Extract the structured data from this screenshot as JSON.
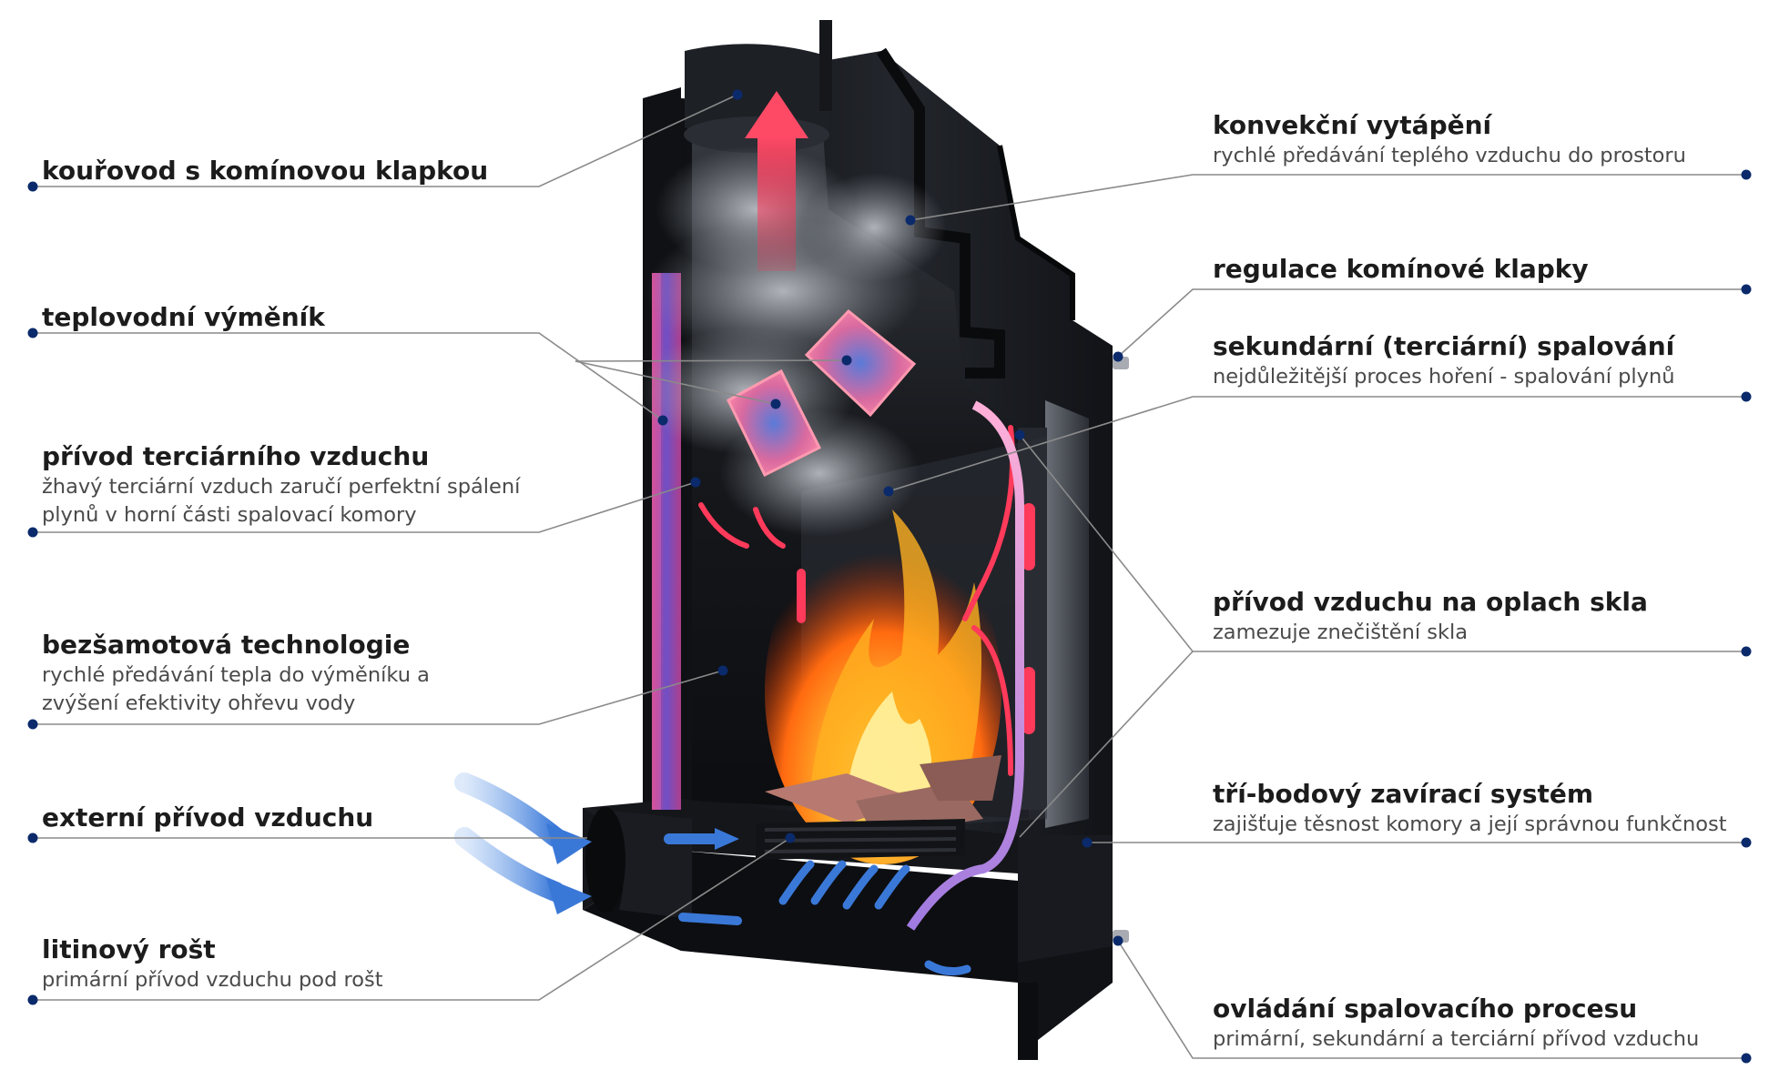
{
  "labels_left": [
    {
      "title": "kouřovod s komínovou klapkou",
      "sub": []
    },
    {
      "title": "teplovodní výměník",
      "sub": []
    },
    {
      "title": "přívod terciárního vzduchu",
      "sub": [
        "žhavý terciární vzduch zaručí perfektní spálení",
        "plynů v horní části spalovací komory"
      ]
    },
    {
      "title": "bezšamotová technologie",
      "sub": [
        "rychlé předávání tepla do výměníku a",
        "zvýšení efektivity ohřevu vody"
      ]
    },
    {
      "title": "externí přívod vzduchu",
      "sub": []
    },
    {
      "title": "litinový rošt",
      "sub": [
        "primární přívod vzduchu pod rošt"
      ]
    }
  ],
  "labels_right": [
    {
      "title": "konvekční vytápění",
      "sub": [
        "rychlé předávání teplého vzduchu do prostoru"
      ]
    },
    {
      "title": "regulace komínové klapky",
      "sub": []
    },
    {
      "title": "sekundární (terciární) spalování",
      "sub": [
        "nejdůležitější proces hoření - spalování plynů"
      ]
    },
    {
      "title": "přívod vzduchu na oplach skla",
      "sub": [
        "zamezuje znečištění skla"
      ]
    },
    {
      "title": "tří-bodový zavírací systém",
      "sub": [
        "zajišťuje těsnost komory a její správnou funkčnost"
      ]
    },
    {
      "title": "ovládání spalovacího procesu",
      "sub": [
        "primární, sekundární a terciární přívod vzduchu"
      ]
    }
  ],
  "colors": {
    "leader_line": "#8a8a8a",
    "dot": "#0b2a6b",
    "stove_body": "#1a1d22",
    "hot_air": "#ff3a5a",
    "cold_air": "#3a78d8",
    "fire": "#ff8a1a"
  }
}
